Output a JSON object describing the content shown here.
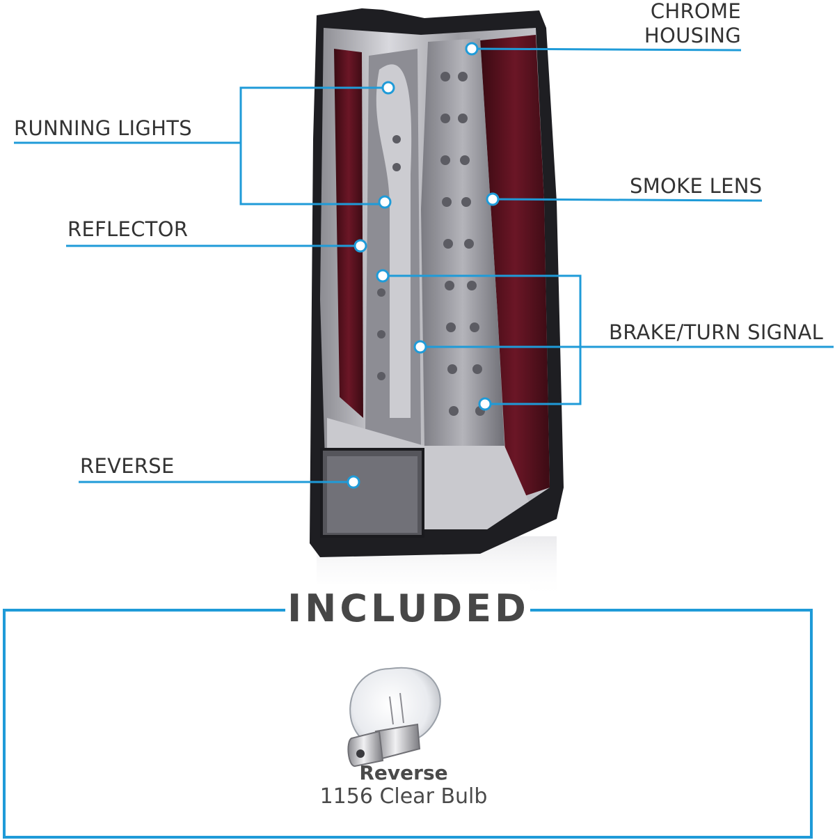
{
  "colors": {
    "accent": "#1f9bd8",
    "text": "#333333",
    "lens_red": "#5a0f1c",
    "housing_dark": "#1e1e22"
  },
  "callouts": [
    {
      "id": "chrome-housing",
      "lines": [
        "CHROME",
        "HOUSING"
      ]
    },
    {
      "id": "running-lights",
      "lines": [
        "RUNNING  LIGHTS"
      ]
    },
    {
      "id": "smoke-lens",
      "lines": [
        "SMOKE LENS"
      ]
    },
    {
      "id": "reflector",
      "lines": [
        "REFLECTOR"
      ]
    },
    {
      "id": "brake-turn-signal",
      "lines": [
        "BRAKE/TURN SIGNAL"
      ]
    },
    {
      "id": "reverse",
      "lines": [
        "REVERSE"
      ]
    }
  ],
  "included": {
    "title": "INCLUDED",
    "bulb": {
      "name": "Reverse",
      "description": "1156 Clear Bulb"
    }
  }
}
